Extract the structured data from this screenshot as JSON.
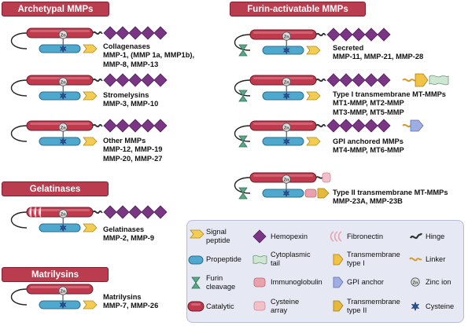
{
  "headers": {
    "archetypal": "Archetypal MMPs",
    "furin": "Furin-activatable MMPs",
    "gelatinases": "Gelatinases",
    "matrilysins": "Matrilysins"
  },
  "labels": {
    "collagenases": [
      "Collagenases",
      "MMP-1, (MMP 1a, MMP1b),",
      "MMP-8, MMP-13"
    ],
    "stromelysins": [
      "Stromelysins",
      "MMP-3, MMP-10"
    ],
    "other": [
      "Other MMPs",
      "MMP-12, MMP-19",
      "MMP-20, MMP-27"
    ],
    "gelatinases": [
      "Gelatinases",
      "MMP-2, MMP-9"
    ],
    "matrilysins": [
      "Matrilysins",
      "MMP-7, MMP-26"
    ],
    "secreted": [
      "Secreted",
      "MMP-11, MMP-21, MMP-28"
    ],
    "type1": [
      "Type I transmembrane MT-MMPs",
      "MT1-MMP, MT2-MMP",
      "MT3-MMP, MT5-MMP"
    ],
    "gpi": [
      "GPI anchored MMPs",
      "MT4-MMP, MT6-MMP"
    ],
    "type2": [
      "Type II transmembrane MT-MMPs",
      "MMP-23A, MMP-23B"
    ]
  },
  "legend": {
    "signal": [
      "Signal",
      "peptide"
    ],
    "hemopexin": [
      "Hemopexin"
    ],
    "fibronectin": [
      "Fibronectin"
    ],
    "hinge": [
      "Hinge"
    ],
    "propeptide": [
      "Propeptide"
    ],
    "cytoplasmic": [
      "Cytoplasmic",
      "tail"
    ],
    "tm1": [
      "Transmembrane",
      "type I"
    ],
    "linker": [
      "Linker"
    ],
    "furin": [
      "Furin",
      "cleavage"
    ],
    "immunoglobulin": [
      "Immunoglobulin"
    ],
    "gpi": [
      "GPI anchor"
    ],
    "zinc": [
      "Zinc ion"
    ],
    "catalytic": [
      "Catalytic"
    ],
    "cysteine_array": [
      "Cysteine",
      "array"
    ],
    "tm2": [
      "Transmembrane",
      "type II"
    ],
    "cysteine": [
      "Cysteine"
    ]
  },
  "colors": {
    "header_fill": "#b93d4f",
    "catalytic": "#c0394c",
    "propeptide": "#4fa9cf",
    "hemopexin": "#7b3585",
    "signal": "#f3cd52",
    "furin": "#5aa888",
    "gpi": "#9eaee3",
    "cytoplasmic": "#cfe6d3",
    "immunoglobulin": "#e9a2ad",
    "cysteine_array": "#f2c0c8",
    "linker": "#d79a2a",
    "cysteine_star": "#2d4f97",
    "legend_bg": "#e6e8f3"
  }
}
